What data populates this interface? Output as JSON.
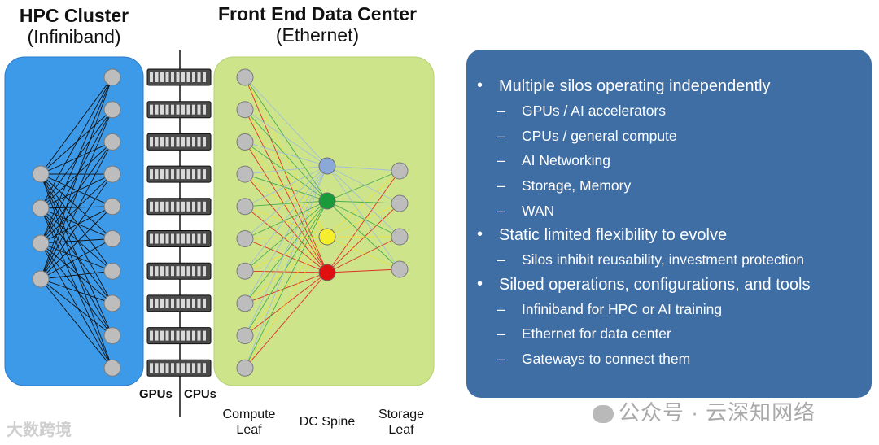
{
  "hpc": {
    "title": "HPC Cluster",
    "subtitle": "(Infiniband)"
  },
  "front_end": {
    "title": "Front End Data Center",
    "subtitle": "(Ethernet)"
  },
  "labels": {
    "gpus": "GPUs",
    "cpus": "CPUs",
    "compute_leaf": "Compute Leaf",
    "dc_spine": "DC Spine",
    "storage_leaf": "Storage Leaf"
  },
  "colors": {
    "hpc_box": "#3d9ae8",
    "fe_box": "#cde48a",
    "panel": "#3f6ea5",
    "spine": [
      "#8aa9d6",
      "#1a9a3a",
      "#f5ee2a",
      "#e01010"
    ]
  },
  "bullets": [
    {
      "text": "Multiple silos operating independently",
      "subs": [
        "GPUs / AI accelerators",
        "CPUs / general compute",
        "AI Networking",
        "Storage, Memory",
        "WAN"
      ]
    },
    {
      "text": "Static limited flexibility to evolve",
      "subs": [
        "Silos inhibit reusability, investment protection"
      ]
    },
    {
      "text": "Siloed operations, configurations, and tools",
      "subs": [
        "Infiniband for HPC or AI training",
        "Ethernet for data center",
        "Gateways to connect them"
      ]
    }
  ],
  "watermarks": {
    "right": "公众号 · 云深知网络",
    "left": "大数跨境"
  }
}
